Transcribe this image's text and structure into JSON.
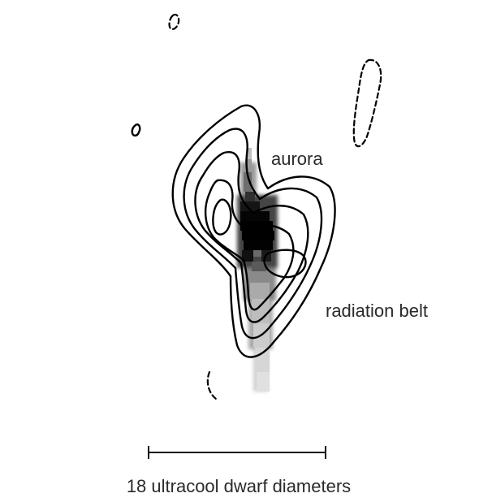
{
  "labels": {
    "aurora": "aurora",
    "radiation_belt": "radiation belt",
    "scale_bar": "18 ultracool dwarf diameters"
  },
  "colors": {
    "background": "#ffffff",
    "contour": "#000000",
    "text": "#2a2a2a"
  }
}
